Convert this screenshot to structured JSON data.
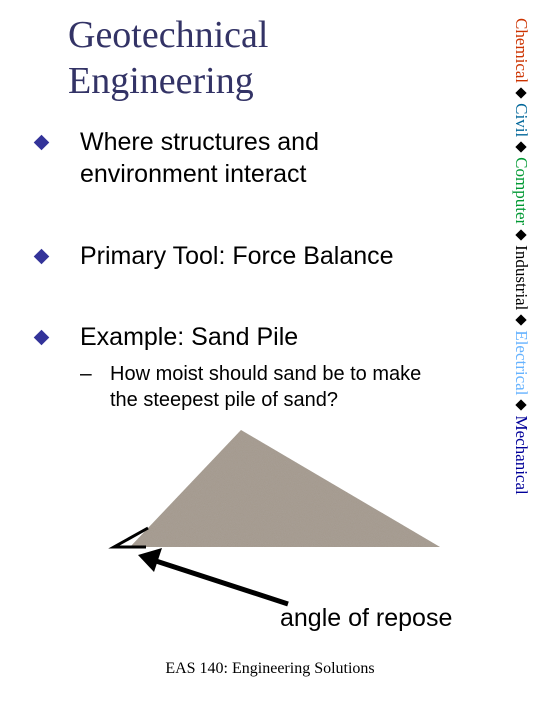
{
  "slide": {
    "title_lines": [
      "Geotechnical",
      "Engineering"
    ],
    "bullets": [
      {
        "lines": [
          "Where structures and",
          "environment interact"
        ]
      },
      {
        "lines": [
          "Primary Tool: Force Balance"
        ]
      },
      {
        "lines": [
          "Example: Sand Pile"
        ]
      }
    ],
    "sub_bullet": {
      "dash": "–",
      "lines": [
        "How moist should sand be to make",
        "the steepest pile of sand?"
      ]
    },
    "figure_label": "angle of repose",
    "footer": "EAS 140: Engineering Solutions"
  },
  "sidebar": {
    "items": [
      {
        "label": "Chemical",
        "color": "#cc3300"
      },
      {
        "label": "Civil",
        "color": "#006699"
      },
      {
        "label": "Computer",
        "color": "#009933"
      },
      {
        "label": "Industrial",
        "color": "#000000"
      },
      {
        "label": "Electrical",
        "color": "#66b3ff"
      },
      {
        "label": "Mechanical",
        "color": "#000099"
      }
    ]
  }
}
